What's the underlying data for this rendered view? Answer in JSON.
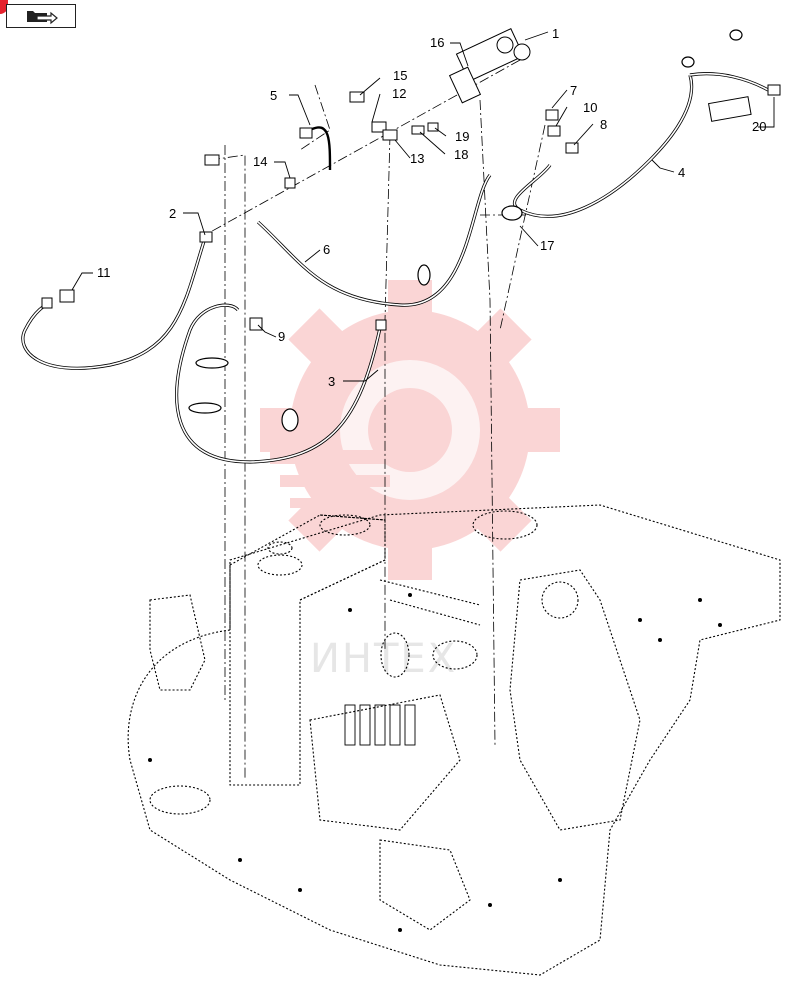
{
  "nav": {
    "icon": "folder-arrow-icon",
    "badge_color": "#e4232e"
  },
  "watermark": {
    "text": "ИНТЕХ",
    "gear_color": "#f29c9c"
  },
  "callouts": {
    "c1": "1",
    "c2": "2",
    "c3": "3",
    "c4": "4",
    "c5": "5",
    "c6": "6",
    "c7": "7",
    "c8": "8",
    "c9": "9",
    "c10": "10",
    "c11": "11",
    "c12": "12",
    "c13": "13",
    "c14": "14",
    "c15": "15",
    "c16": "16",
    "c17": "17",
    "c18": "18",
    "c19": "19",
    "c20": "20"
  }
}
